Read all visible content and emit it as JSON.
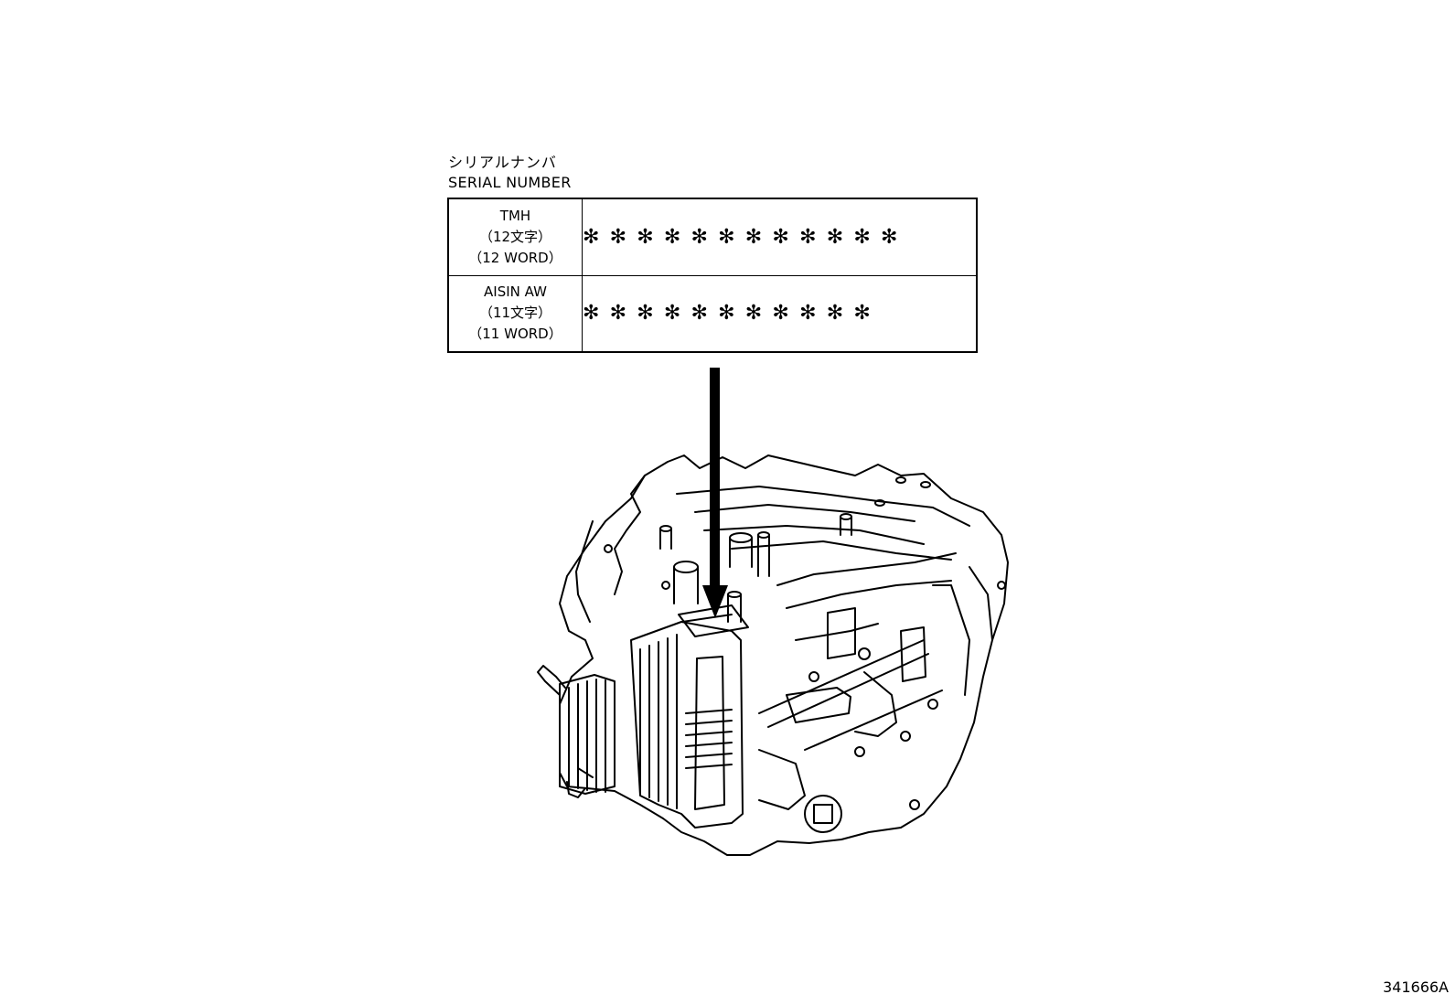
{
  "serial_label": {
    "japanese": "シリアルナンバ",
    "english": "SERIAL NUMBER"
  },
  "serial_table": {
    "rows": [
      {
        "maker": "TMH",
        "count_jp": "（12文字）",
        "count_en": "（12 WORD）",
        "stars": "✻✻✻✻✻✻✻✻✻✻✻✻"
      },
      {
        "maker": "AISIN AW",
        "count_jp": "（11文字）",
        "count_en": "（11 WORD）",
        "stars": "✻✻✻✻✻✻✻✻✻✻✻"
      }
    ]
  },
  "reference_code": "341666A",
  "icons": {
    "arrow": "down-arrow-icon",
    "illustration": "transmission-illustration-icon"
  }
}
